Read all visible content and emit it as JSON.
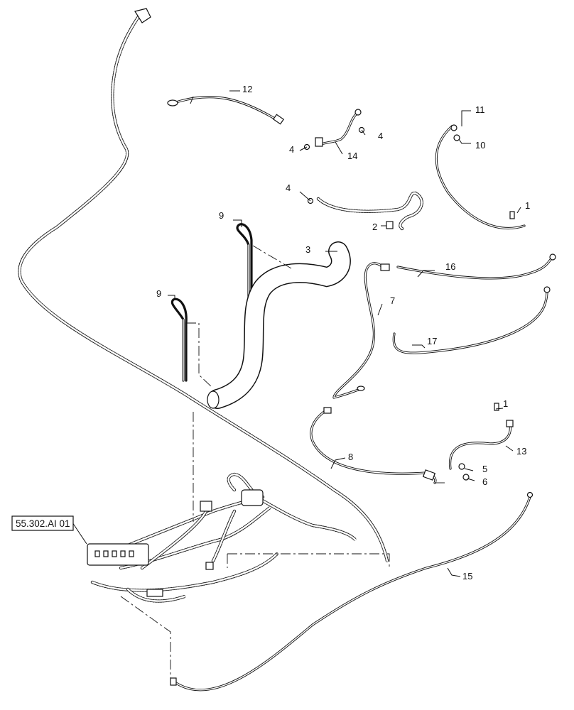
{
  "reference_label": "55.302.AI 01",
  "callouts": {
    "c1a": "1",
    "c1b": "1",
    "c2": "2",
    "c3": "3",
    "c4a": "4",
    "c4b": "4",
    "c4c": "4",
    "c5": "5",
    "c6": "6",
    "c7": "7",
    "c8": "8",
    "c9a": "9",
    "c9b": "9",
    "c10": "10",
    "c11": "11",
    "c12": "12",
    "c13": "13",
    "c14": "14",
    "c15": "15",
    "c16": "16",
    "c17": "17"
  }
}
